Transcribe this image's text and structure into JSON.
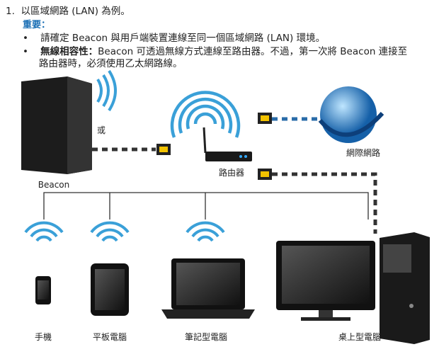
{
  "heading": {
    "number": "1.",
    "text": "以區域網路 (LAN) 為例。"
  },
  "important": "重要：",
  "bullets": [
    {
      "text": "請確定 Beacon 與用戶端裝置連線至同一個區域網路 (LAN) 環境。"
    },
    {
      "bold": "無線相容性：",
      "text": "Beacon 可透過無線方式連線至路由器。不過，第一次將 Beacon 連接至",
      "text2": "路由器時，必須使用乙太網路線。"
    }
  ],
  "diagram": {
    "or": "或",
    "beacon": "Beacon",
    "router": "路由器",
    "internet": "網際網路",
    "phone": "手機",
    "tablet": "平板電腦",
    "laptop": "筆記型電腦",
    "desktop": "桌上型電腦"
  },
  "colors": {
    "important": "#1a6fb5",
    "wifi": "#3aa0d8"
  }
}
